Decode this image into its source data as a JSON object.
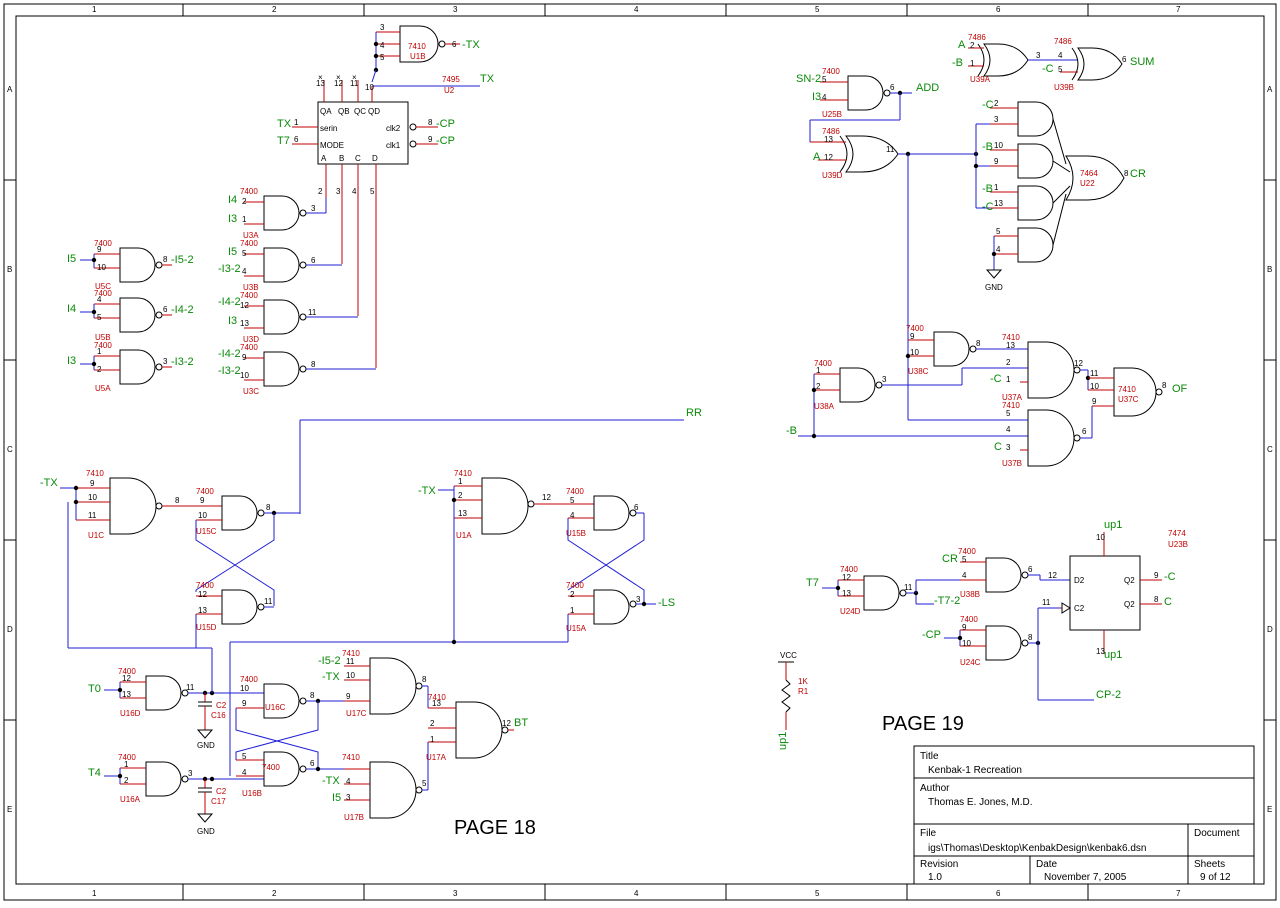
{
  "border": {
    "cols": [
      "1",
      "2",
      "3",
      "4",
      "5",
      "6",
      "7"
    ],
    "rows": [
      "A",
      "B",
      "C",
      "D",
      "E"
    ]
  },
  "title_block": {
    "title_label": "Title",
    "title": "Kenbak-1 Recreation",
    "author_label": "Author",
    "author": "Thomas E. Jones, M.D.",
    "file_label": "File",
    "file": "igs\\Thomas\\Desktop\\KenbakDesign\\kenbak6.dsn",
    "document_label": "Document",
    "revision_label": "Revision",
    "revision": "1.0",
    "date_label": "Date",
    "date": "November 7, 2005",
    "sheets_label": "Sheets",
    "sheets": "9 of 12"
  },
  "pages": {
    "left": "PAGE 18",
    "right": "PAGE 19"
  },
  "sr": {
    "ref": "7495",
    "unit": "U2",
    "serin": "serin",
    "mode": "MODE",
    "clk2": "clk2",
    "clk1": "clk1",
    "qa": "QA",
    "qb": "QB",
    "qc": "QC",
    "qd": "QD",
    "a": "A",
    "b": "B",
    "c": "C",
    "d": "D"
  },
  "nets": {
    "tx1": "-TX",
    "tx2": "TX",
    "tx3": "TX",
    "t7": "T7",
    "cp1": "-CP",
    "cp2": "-CP",
    "i4": "I4",
    "i3": "I3",
    "i5b": "I5",
    "i3b": "-I3-2",
    "i4b": "-I4-2",
    "i3c": "I3",
    "i4c": "-I4-2",
    "i3d": "-I3-2",
    "i5": "I5",
    "i4l": "I4",
    "i3l": "I3",
    "i52": "-I5-2",
    "i42": "-I4-2",
    "i32": "-I3-2",
    "rr": "RR",
    "txl": "-TX",
    "txm": "-TX",
    "ls": "-LS",
    "t0": "T0",
    "t4": "T4",
    "i52b": "-I5-2",
    "txb": "-TX",
    "txc": "-TX",
    "i5c": "I5",
    "bt": "BT",
    "sn2": "SN-2",
    "i3r": "I3",
    "a1": "A",
    "add": "ADD",
    "a2": "A",
    "b1": "-B",
    "c1": "-C",
    "sum": "SUM",
    "c2": "-C",
    "b2": "-B",
    "b3": "-B",
    "c3": "-C",
    "cr": "CR",
    "gnd1": "GND",
    "b4": "-B",
    "c4": "-C",
    "c5": "C",
    "of": "OF",
    "t7r": "T7",
    "t72": "-T7-2",
    "crr": "CR",
    "cpr": "-CP",
    "up1a": "up1",
    "up1b": "up1",
    "qc": "-C",
    "qcc": "C",
    "cp2r": "CP-2",
    "vcc": "VCC",
    "up1c": "up1",
    "gnd2": "GND",
    "gnd3": "GND"
  },
  "parts": {
    "u1b": "U1B",
    "u3a": "U3A",
    "u3b": "U3B",
    "u3d": "U3D",
    "u3c": "U3C",
    "u5c": "U5C",
    "u5b": "U5B",
    "u5a": "U5A",
    "u1c": "U1C",
    "u15c": "U15C",
    "u15d": "U15D",
    "u1a": "U1A",
    "u15b": "U15B",
    "u15a": "U15A",
    "u16d": "U16D",
    "u16c": "U16C",
    "u16b": "U16B",
    "u16a": "U16A",
    "u17c": "U17C",
    "u17b": "U17B",
    "u17a": "U17A",
    "c16": "C16",
    "c17": "C17",
    "c2a": "C2",
    "c2b": "C2",
    "u25b": "U25B",
    "u39d": "U39D",
    "u39a": "U39A",
    "u39b": "U39B",
    "u22": "U22",
    "u38c": "U38C",
    "u38a": "U38A",
    "u37a": "U37A",
    "u37c": "U37C",
    "u37b": "U37B",
    "u24d": "U24D",
    "u38b": "U38B",
    "u24c": "U24C",
    "u23b": "U23B",
    "r1": "R1",
    "r1v": "1K",
    "d2": "D2",
    "c2ff": "C2",
    "q2": "Q2",
    "q2n": "Q2"
  },
  "types": {
    "t7410": "7410",
    "t7400": "7400",
    "t7486": "7486",
    "t7464": "7464",
    "t7474": "7474"
  }
}
